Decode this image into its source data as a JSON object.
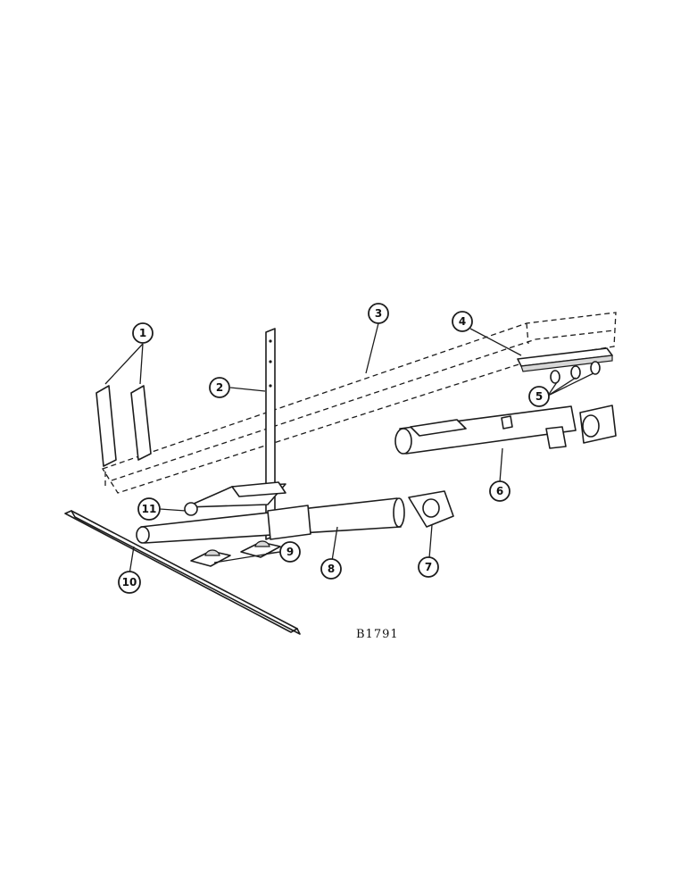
{
  "diagram": {
    "drawing_number": "B1791",
    "callouts": [
      {
        "id": "callout-1",
        "label": "1"
      },
      {
        "id": "callout-2",
        "label": "2"
      },
      {
        "id": "callout-3",
        "label": "3"
      },
      {
        "id": "callout-4",
        "label": "4"
      },
      {
        "id": "callout-5",
        "label": "5"
      },
      {
        "id": "callout-6",
        "label": "6"
      },
      {
        "id": "callout-7",
        "label": "7"
      },
      {
        "id": "callout-8",
        "label": "8"
      },
      {
        "id": "callout-9",
        "label": "9"
      },
      {
        "id": "callout-10",
        "label": "10"
      },
      {
        "id": "callout-11",
        "label": "11"
      }
    ]
  }
}
